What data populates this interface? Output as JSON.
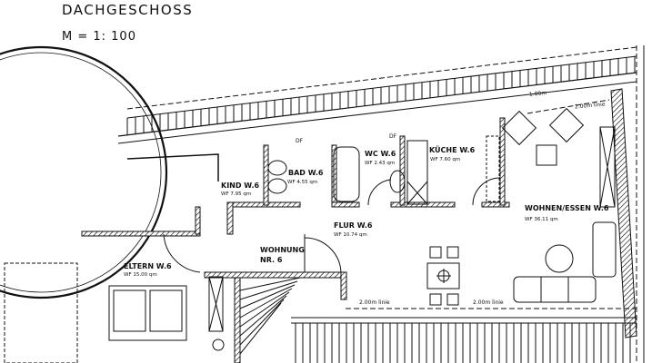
{
  "header": {
    "title": "DACHGESCHOSS",
    "scale": "M = 1: 100"
  },
  "rooms": [
    {
      "name": "KIND W.6",
      "area": "WF  7.95 qm"
    },
    {
      "name": "BAD W.6",
      "area": "WF  4.55 qm"
    },
    {
      "name": "WC W.6",
      "area": "WF  2.43 qm"
    },
    {
      "name": "KÜCHE W.6",
      "area": "WF  7.60 qm"
    },
    {
      "name": "FLUR W.6",
      "area": "WF  10.74 qm"
    },
    {
      "name": "WOHNEN/ESSEN W.6",
      "area": "WF  36.11 qm"
    },
    {
      "name": "ELTERN W.6",
      "area": "WF  15.00 qm"
    }
  ],
  "apartment": {
    "line1": "WOHNUNG",
    "line2": "NR. 6"
  },
  "annotations": {
    "line_top": "2.00m linie",
    "line_bottom_left": "2.00m linie",
    "line_bottom_right": "2.00m linie",
    "dim_top": "1.00m",
    "df1": "DF",
    "df2": "DF"
  }
}
